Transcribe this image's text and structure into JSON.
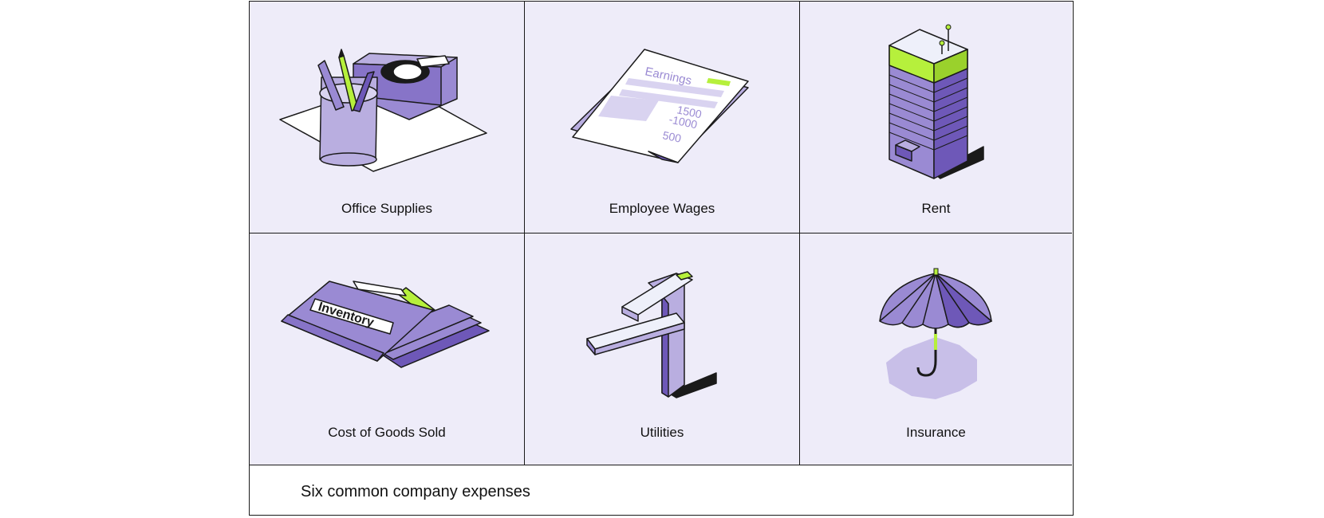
{
  "caption": "Six common company expenses",
  "colors": {
    "cell_bg": "#eeecf9",
    "purple_light": "#b9aee0",
    "purple_mid": "#9a8ad3",
    "purple_dark": "#6e58b8",
    "lime": "#b6f03c",
    "outline": "#1a1a1a"
  },
  "cells": [
    {
      "label": "Office Supplies",
      "icon": "office-supplies-icon"
    },
    {
      "label": "Employee Wages",
      "icon": "earnings-document-icon",
      "doc_title": "Earnings",
      "figures": [
        "1500",
        "-1000",
        "500"
      ]
    },
    {
      "label": "Rent",
      "icon": "office-building-icon"
    },
    {
      "label": "Cost of Goods Sold",
      "icon": "inventory-folders-icon",
      "folder_label": "Inventory"
    },
    {
      "label": "Utilities",
      "icon": "faucet-icon"
    },
    {
      "label": "Insurance",
      "icon": "umbrella-icon"
    }
  ]
}
